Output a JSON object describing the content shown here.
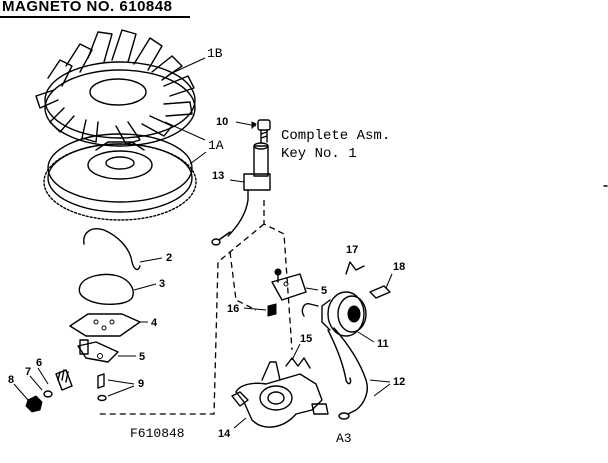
{
  "title": "MAGNETO NO. 610848",
  "callouts": {
    "c1B": "1B",
    "c1A": "1A",
    "c10": "10",
    "c13": "13",
    "c2": "2",
    "c3": "3",
    "c4": "4",
    "c5a": "5",
    "c5b": "5",
    "c6": "6",
    "c7": "7",
    "c8": "8",
    "c9": "9",
    "c11": "11",
    "c12": "12",
    "c14": "14",
    "c15": "15",
    "c16": "16",
    "c17": "17",
    "c18": "18"
  },
  "note_line1": "Complete Asm.",
  "note_line2": "Key No. 1",
  "part_code": "F610848",
  "page_code": "A3"
}
